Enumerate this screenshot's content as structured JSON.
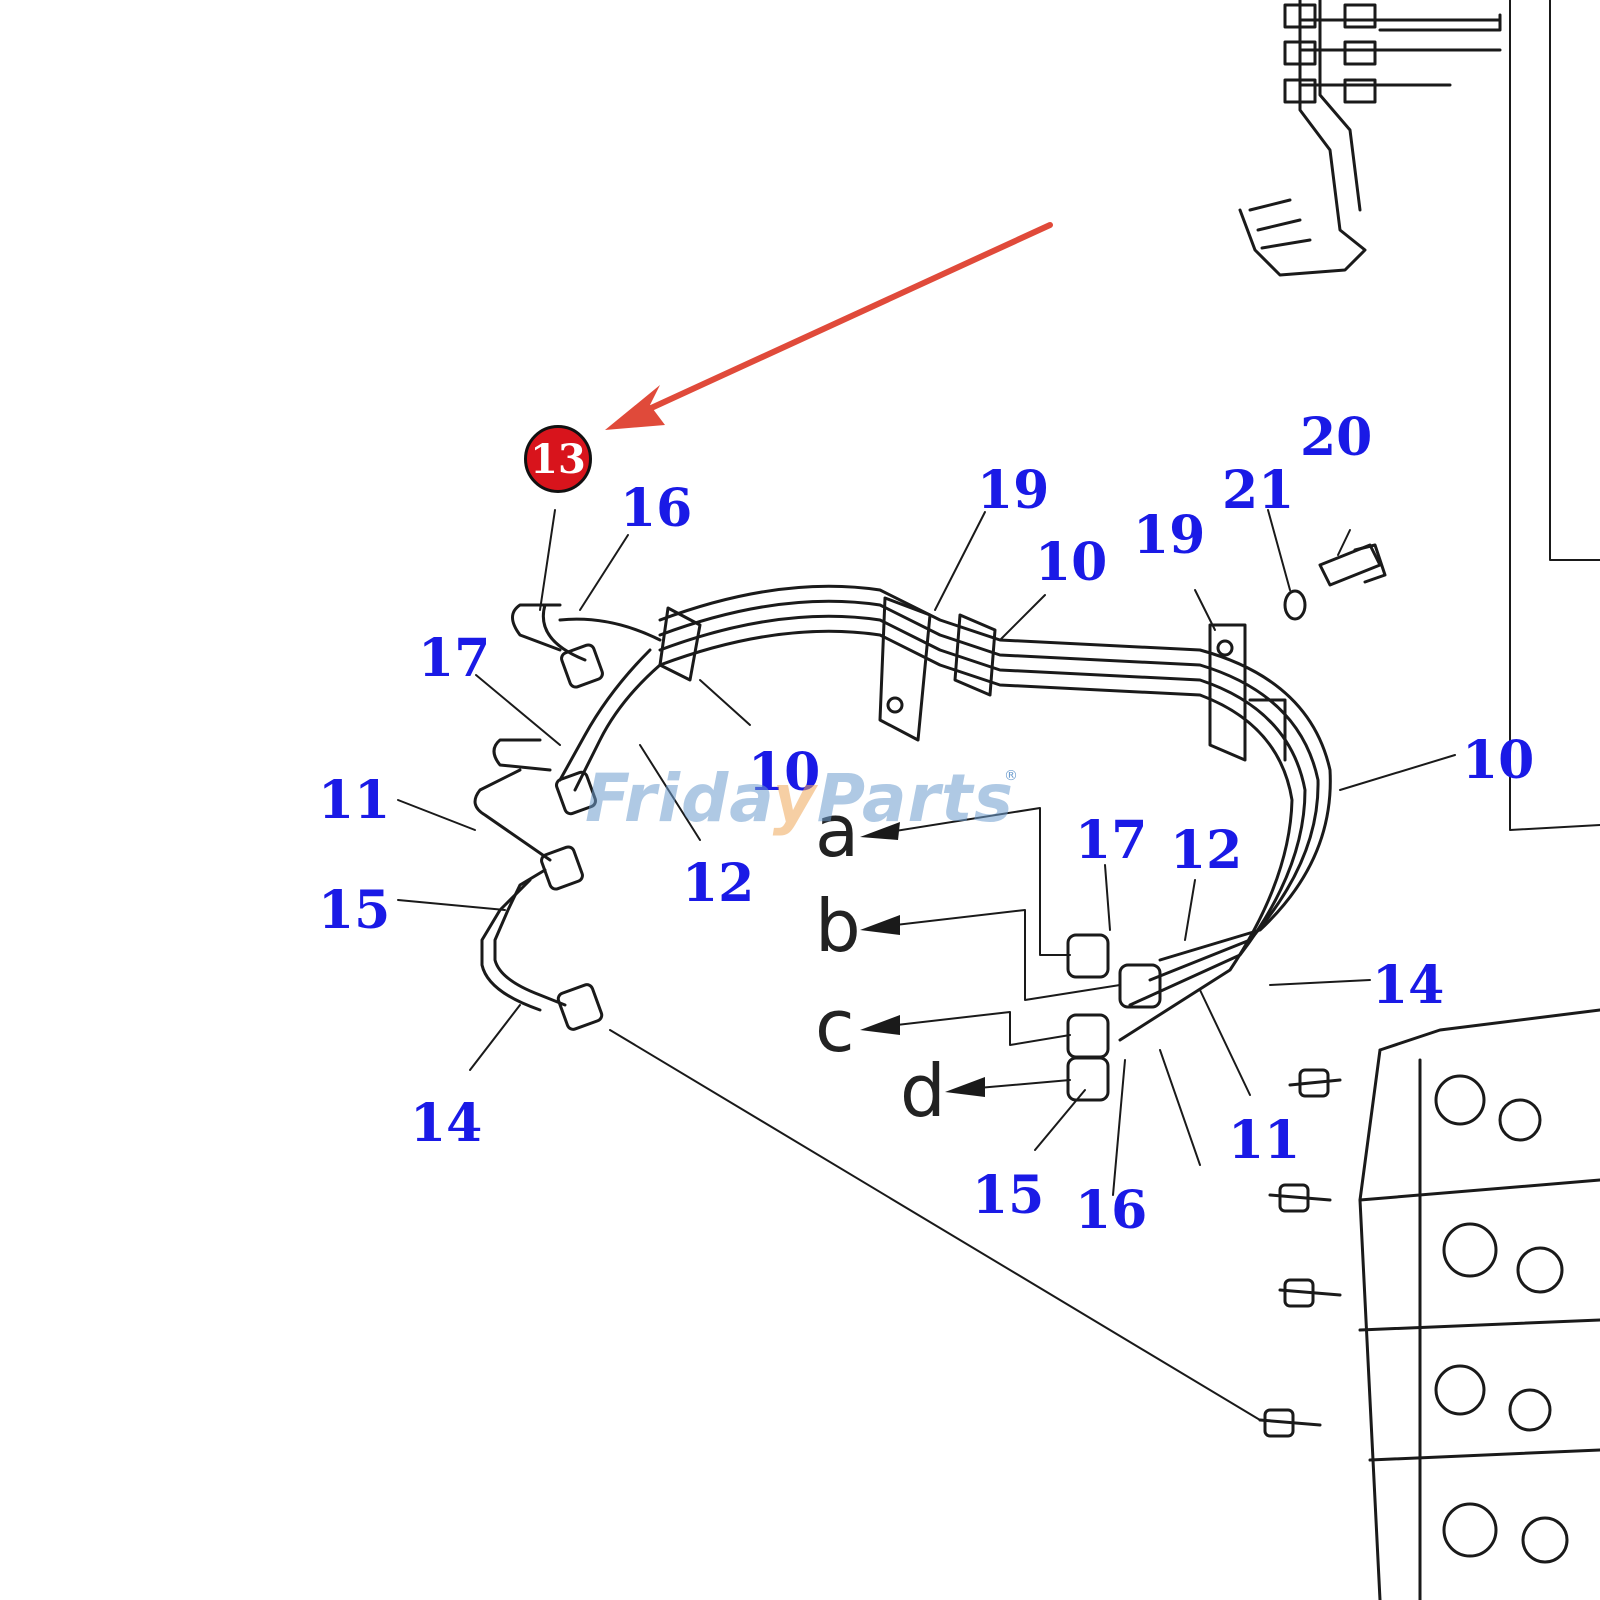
{
  "colors": {
    "label": "#1a1ae6",
    "line": "#1a1a1a",
    "arrow": "#e04a3a",
    "badge": "#d8141c",
    "badge_text": "#ffffff",
    "watermark_blue": "#6f9ecf",
    "watermark_orange": "#f0a85a"
  },
  "highlight": {
    "badge_label": "13",
    "pointer_icon": "red-pointer-arrow-icon"
  },
  "callouts": [
    "16",
    "17",
    "11",
    "15",
    "14",
    "19",
    "10",
    "19",
    "21",
    "20",
    "10",
    "12",
    "10",
    "17",
    "12",
    "14",
    "11",
    "15",
    "16"
  ],
  "ports": [
    "a",
    "b",
    "c",
    "d"
  ],
  "watermark": {
    "brand_pre": "Frida",
    "brand_y": "y",
    "brand_post": "Parts",
    "registered": "®"
  }
}
